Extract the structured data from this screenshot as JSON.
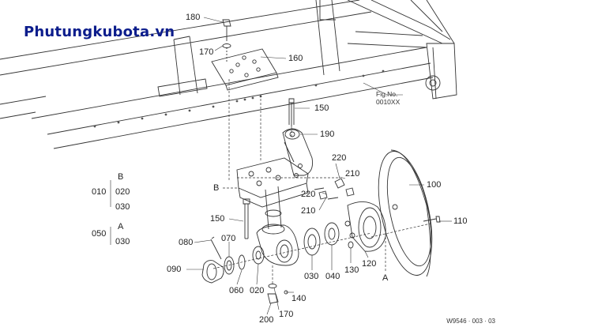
{
  "brand": "Phutungkubota.vn",
  "figure_code": "W9546 · 003 · 03",
  "fig_note": {
    "line1": "Fig.No.",
    "line2": "0010XX"
  },
  "callouts": {
    "c180": "180",
    "c170_top": "170",
    "c160": "160",
    "c150_top": "150",
    "c190": "190",
    "c220_top": "220",
    "c210_top": "210",
    "c220_mid": "220",
    "c210_mid": "210",
    "c100": "100",
    "c110": "110",
    "c150_left": "150",
    "c080": "080",
    "c070": "070",
    "c090": "090",
    "c060": "060",
    "c020": "020",
    "c030": "030",
    "c040": "040",
    "c130": "130",
    "c120": "120",
    "c140": "140",
    "c200": "200",
    "c170_bot": "170",
    "ref_b": "B",
    "ref_a": "A"
  },
  "legend": {
    "g1_left": "010",
    "g1_top": "B",
    "g1_mid": "020",
    "g1_bot": "030",
    "g2_left": "050",
    "g2_top": "A",
    "g2_bot": "030"
  }
}
